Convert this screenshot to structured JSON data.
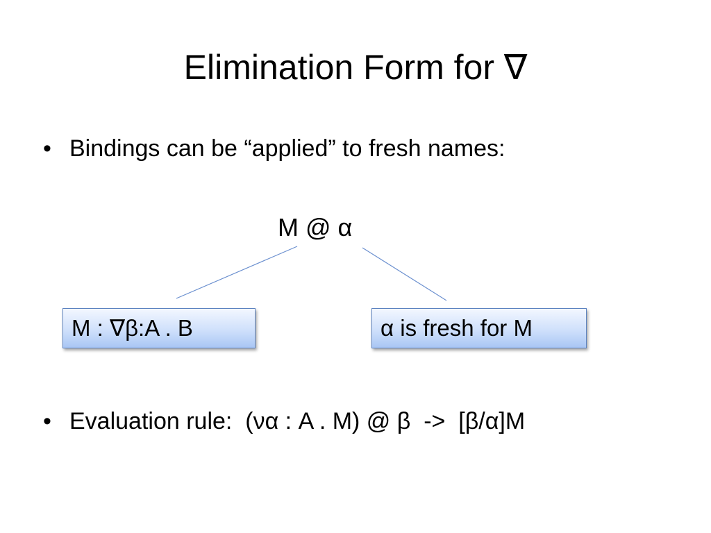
{
  "slide": {
    "title": "Elimination Form for ∇",
    "bullets": [
      {
        "marker": "•",
        "text": "Bindings can be “applied” to fresh names:"
      },
      {
        "marker": "•",
        "text": "Evaluation rule:  (να : A . M) @ β  ->  [β/α]M"
      }
    ],
    "expression": "M @ α",
    "premises": {
      "left": "M : ∇β:A . B",
      "right": "α is fresh for M"
    }
  },
  "colors": {
    "box_border": "#5b82c0",
    "box_fill_top": "#f3f7ff",
    "box_fill_bottom": "#a9c6f4",
    "connector": "#6a8fcf"
  }
}
